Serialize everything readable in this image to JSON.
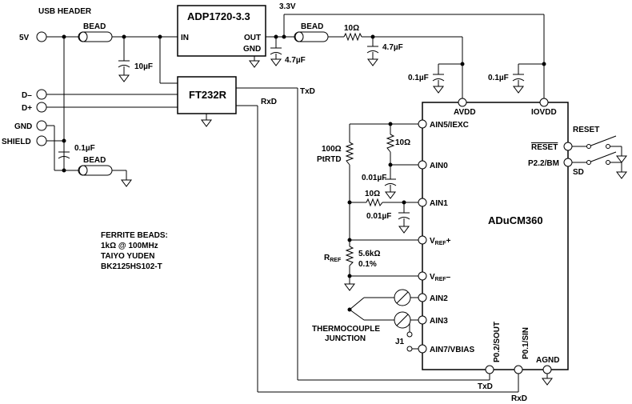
{
  "labels": {
    "usb_header": "USB HEADER",
    "rail_3v3": "3.3V",
    "pin_5v": "5V",
    "pin_dminus": "D–",
    "pin_dplus": "D+",
    "pin_gnd": "GND",
    "pin_shield": "SHIELD",
    "bead1": "BEAD",
    "bead2": "BEAD",
    "bead3": "BEAD",
    "cap_10uf": "10µF",
    "cap_4u7_a": "4.7µF",
    "cap_4u7_b": "4.7µF",
    "res_10": "10Ω",
    "cap_0u1_avdd": "0.1µF",
    "cap_0u1_iovdd": "0.1µF",
    "cap_0u1_shield": "0.1µF",
    "txd_top": "TxD",
    "rxd_top": "RxD",
    "txd_bottom": "TxD",
    "rxd_bottom": "RxD",
    "rtd_value": "100Ω",
    "rtd_name": "PtRTD",
    "res_10_ain0": "10Ω",
    "cap_0u01_a": "0.01µF",
    "res_10_ain1": "10Ω",
    "cap_0u01_b": "0.01µF",
    "rref_main": "R",
    "rref_sub": "REF",
    "rref_value": "5.6kΩ",
    "rref_tol": "0.1%",
    "thermocouple_line1": "THERMOCOUPLE",
    "thermocouple_line2": "JUNCTION",
    "jumper": "J1",
    "reset_label": "RESET",
    "sd_label": "SD"
  },
  "ferrite": {
    "line1": "FERRITE BEADS:",
    "line2": "1kΩ @ 100MHz",
    "line3": "TAIYO YUDEN",
    "line4": "BK2125HS102-T"
  },
  "adp1720": {
    "name": "ADP1720-3.3",
    "pin_in": "IN",
    "pin_out": "OUT",
    "pin_gnd": "GND"
  },
  "ft232r": {
    "name": "FT232R"
  },
  "aducm360": {
    "name": "ADuCM360",
    "avdd": "AVDD",
    "iovdd": "IOVDD",
    "ain5": "AIN5/IEXC",
    "ain0": "AIN0",
    "ain1": "AIN1",
    "vref_plus_main": "V",
    "vref_plus_sub": "REF",
    "vref_plus_sign": "+",
    "vref_minus_main": "V",
    "vref_minus_sub": "REF",
    "vref_minus_sign": "–",
    "ain2": "AIN2",
    "ain3": "AIN3",
    "ain7": "AIN7/VBIAS",
    "reset_pin": "RESET",
    "p22": "P2.2/BM",
    "p02": "P0.2/SOUT",
    "p01": "P0.1/SIN",
    "agnd": "AGND"
  }
}
